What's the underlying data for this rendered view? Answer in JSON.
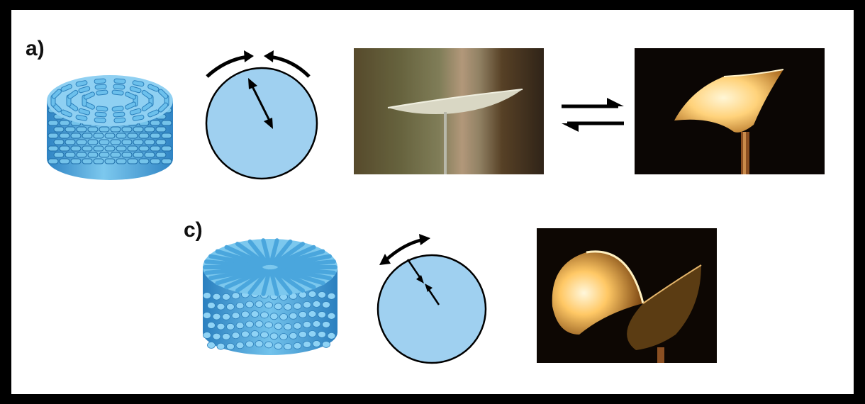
{
  "figure": {
    "panel_a": {
      "label": "a)",
      "cylinder_icon": "concentric-rod-cylinder",
      "director_diagram": "circle-with-rotation-arrows",
      "photo_before": "film-on-rod-unlit",
      "photo_after": "film-on-rod-illuminated",
      "transition_icon": "reversible-arrows-icon"
    },
    "panel_c": {
      "label": "c)",
      "cylinder_icon": "radial-rod-cylinder",
      "director_diagram": "circle-with-inward-arrows",
      "photo": "curled-film-illuminated"
    },
    "colors": {
      "rod_blue": "#5fb4e3",
      "circle_fill": "#9fd0f0",
      "frame": "#000000",
      "glow": "#ffd27a"
    }
  }
}
